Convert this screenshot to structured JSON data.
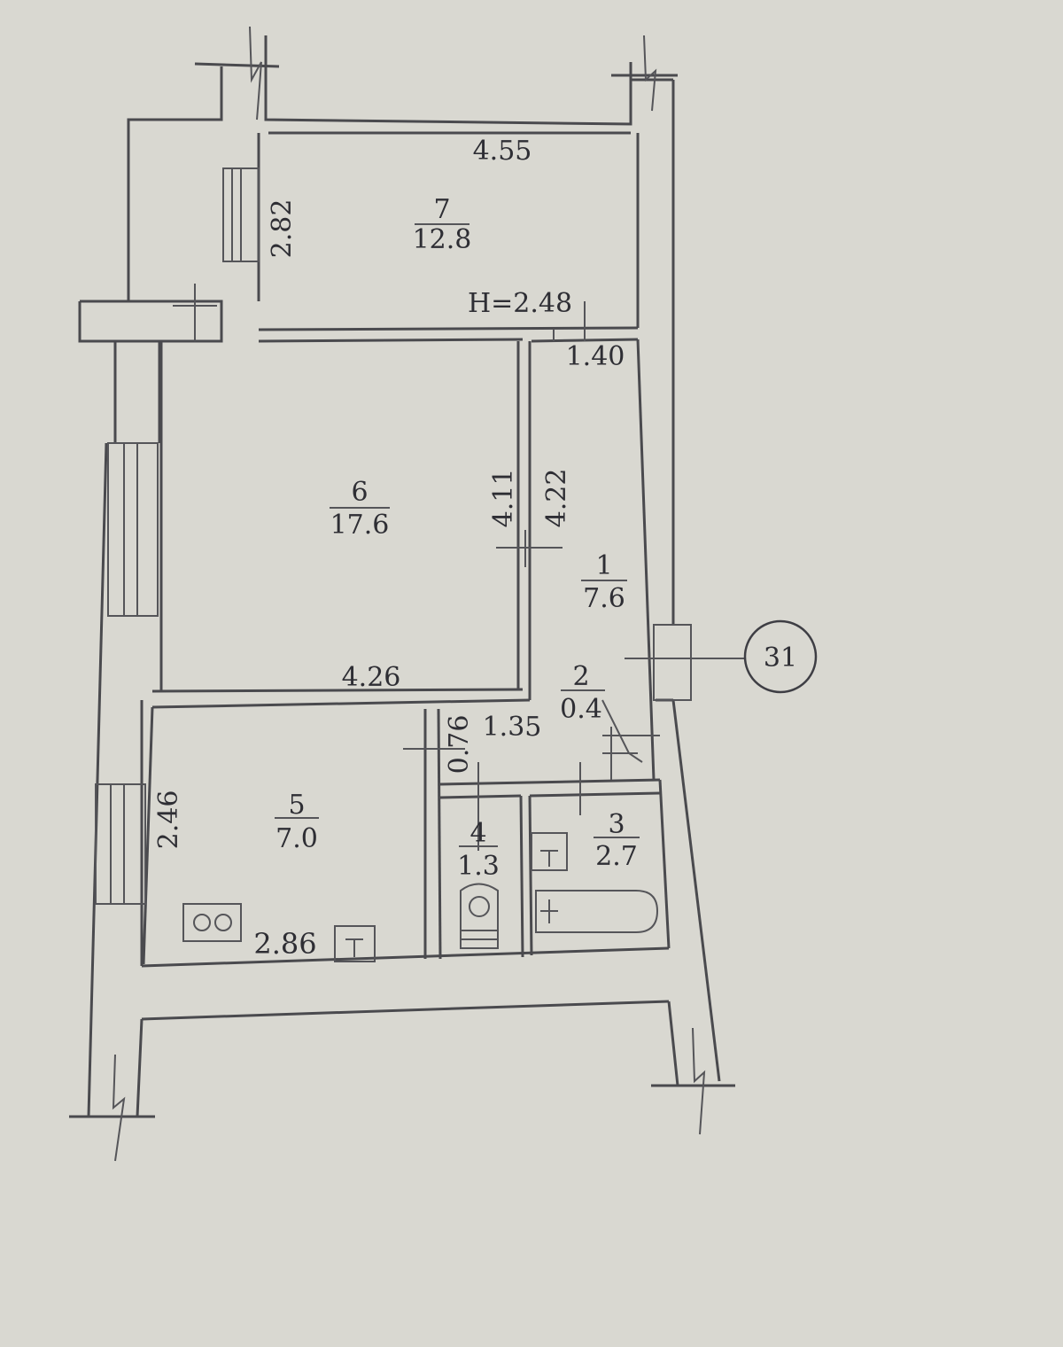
{
  "rooms": [
    {
      "number": "7",
      "area": "12.8"
    },
    {
      "number": "6",
      "area": "17.6"
    },
    {
      "number": "1",
      "area": "7.6"
    },
    {
      "number": "2",
      "area": "0.4"
    },
    {
      "number": "5",
      "area": "7.0"
    },
    {
      "number": "4",
      "area": "1.3"
    },
    {
      "number": "3",
      "area": "2.7"
    }
  ],
  "dimensions": {
    "room7_width": "4.55",
    "room7_depth": "2.82",
    "ceiling_height": "H=2.48",
    "hall_width": "1.40",
    "room6_height": "4.11",
    "hall_height": "4.22",
    "room6_width": "4.26",
    "corridor_depth": "0.76",
    "corridor_width": "1.35",
    "kitchen_depth": "2.46",
    "kitchen_width": "2.86"
  },
  "apartment_number": "31"
}
